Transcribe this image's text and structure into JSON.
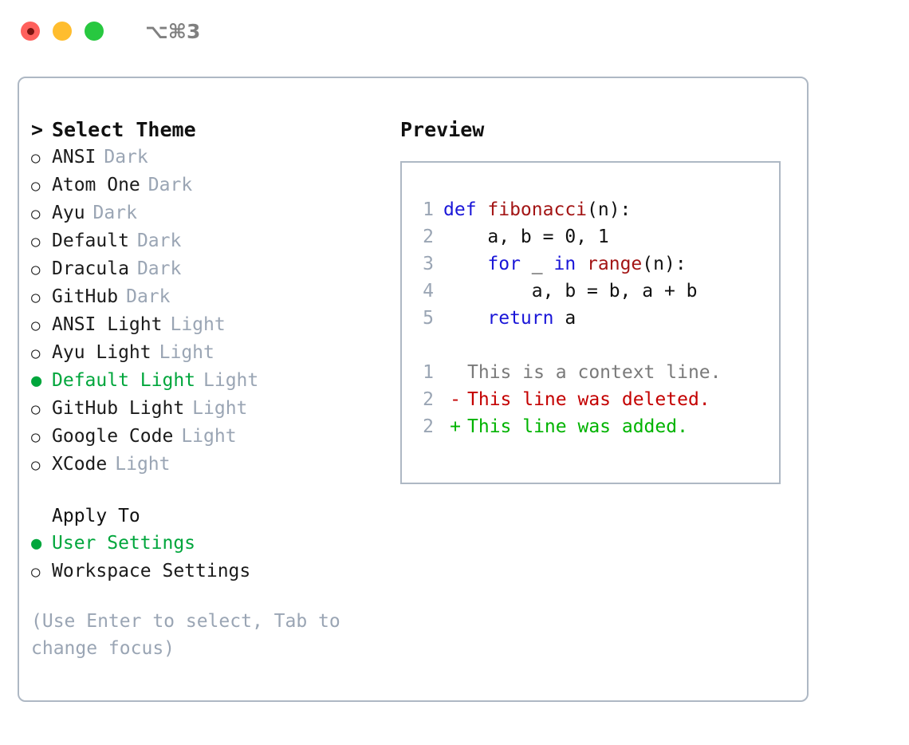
{
  "titlebar": {
    "shortcut": "⌥⌘3",
    "lights": [
      {
        "name": "close",
        "color": "#ff605c"
      },
      {
        "name": "minimize",
        "color": "#ffbd2e"
      },
      {
        "name": "maximize",
        "color": "#28c840"
      }
    ]
  },
  "accent_color": "#00a63c",
  "muted_color": "#9aa5b4",
  "theme_section": {
    "caret": ">",
    "title": "Select Theme",
    "marker_selected": "●",
    "marker_unselected": "○",
    "items": [
      {
        "label": "ANSI",
        "badge": "Dark",
        "selected": false
      },
      {
        "label": "Atom One",
        "badge": "Dark",
        "selected": false
      },
      {
        "label": "Ayu",
        "badge": "Dark",
        "selected": false
      },
      {
        "label": "Default",
        "badge": "Dark",
        "selected": false
      },
      {
        "label": "Dracula",
        "badge": "Dark",
        "selected": false
      },
      {
        "label": "GitHub",
        "badge": "Dark",
        "selected": false
      },
      {
        "label": "ANSI Light",
        "badge": "Light",
        "selected": false
      },
      {
        "label": "Ayu Light",
        "badge": "Light",
        "selected": false
      },
      {
        "label": "Default Light",
        "badge": "Light",
        "selected": true
      },
      {
        "label": "GitHub Light",
        "badge": "Light",
        "selected": false
      },
      {
        "label": "Google Code",
        "badge": "Light",
        "selected": false
      },
      {
        "label": "XCode",
        "badge": "Light",
        "selected": false
      }
    ]
  },
  "apply_section": {
    "title": "Apply To",
    "items": [
      {
        "label": "User Settings",
        "selected": true
      },
      {
        "label": "Workspace Settings",
        "selected": false
      }
    ]
  },
  "hint": "(Use Enter to select, Tab to change focus)",
  "preview": {
    "title": "Preview",
    "code_lines": [
      {
        "no": "1",
        "tokens": [
          {
            "t": "def ",
            "k": "kw"
          },
          {
            "t": "fibonacci",
            "k": "fn"
          },
          {
            "t": "(n):",
            "k": "pl"
          }
        ]
      },
      {
        "no": "2",
        "tokens": [
          {
            "t": "    a, b = 0, 1",
            "k": "pl"
          }
        ]
      },
      {
        "no": "3",
        "tokens": [
          {
            "t": "    ",
            "k": "pl"
          },
          {
            "t": "for",
            "k": "kw"
          },
          {
            "t": " _ ",
            "k": "pl"
          },
          {
            "t": "in",
            "k": "kw"
          },
          {
            "t": " ",
            "k": "pl"
          },
          {
            "t": "range",
            "k": "fn"
          },
          {
            "t": "(n):",
            "k": "pl"
          }
        ]
      },
      {
        "no": "4",
        "tokens": [
          {
            "t": "        a, b = b, a + b",
            "k": "pl"
          }
        ]
      },
      {
        "no": "5",
        "tokens": [
          {
            "t": "    ",
            "k": "pl"
          },
          {
            "t": "return",
            "k": "kw"
          },
          {
            "t": " a",
            "k": "pl"
          }
        ]
      }
    ],
    "diff_lines": [
      {
        "no": "1",
        "mark": " ",
        "text": "This is a context line.",
        "kind": "ctx"
      },
      {
        "no": "2",
        "mark": "-",
        "text": "This line was deleted.",
        "kind": "del"
      },
      {
        "no": "2",
        "mark": "+",
        "text": "This line was added.",
        "kind": "add"
      }
    ]
  }
}
